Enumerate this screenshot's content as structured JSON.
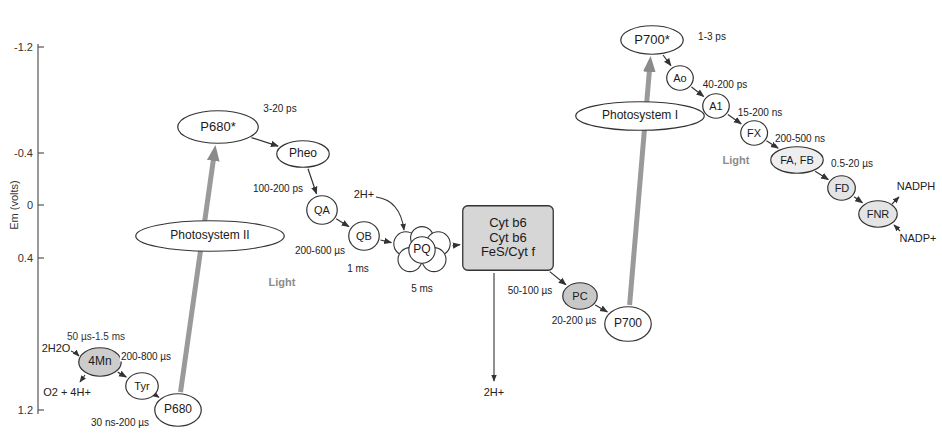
{
  "diagram": {
    "nodes": [
      {
        "text": [
          "4Mn"
        ]
      },
      {
        "text": [
          "Tyr"
        ]
      },
      {
        "text": [
          "P680"
        ]
      },
      {
        "text": [
          "Photosystem II"
        ]
      },
      {
        "text": [
          "P680*"
        ]
      },
      {
        "text": [
          "Pheo"
        ]
      },
      {
        "text": [
          "QA"
        ]
      },
      {
        "text": [
          "QB"
        ]
      },
      {
        "text": [
          "PQ"
        ]
      },
      {
        "text": [
          "Cyt b6 Cyt b6 FeS/Cyt f"
        ]
      },
      {
        "text": [
          "PC"
        ]
      },
      {
        "text": [
          "P700"
        ]
      },
      {
        "text": [
          "Photosystem I"
        ]
      },
      {
        "text": [
          "P700*"
        ]
      },
      {
        "text": [
          "Ao"
        ]
      },
      {
        "text": [
          "A1"
        ]
      },
      {
        "text": [
          "FX"
        ]
      },
      {
        "text": [
          "FA, FB"
        ]
      },
      {
        "text": [
          "FD"
        ]
      },
      {
        "text": [
          "FNR"
        ]
      }
    ],
    "edges": [
      {
        "from": 0,
        "to": 1,
        "arrow": "to",
        "label": "200-800 µs"
      },
      {
        "from": 1,
        "to": 2,
        "arrow": "to",
        "label": "30 ns-200 µs"
      },
      {
        "from": 2,
        "to": 4,
        "arrow": "to"
      },
      {
        "from": 4,
        "to": 5,
        "arrow": "to",
        "label": "3-20 ps"
      },
      {
        "from": 5,
        "to": 6,
        "arrow": "to",
        "label": "100-200 ps"
      },
      {
        "from": 6,
        "to": 7,
        "arrow": "to",
        "label": "200-600 µs"
      },
      {
        "from": 7,
        "to": 8,
        "arrow": "to",
        "label": "1 ms"
      },
      {
        "from": 8,
        "to": 9,
        "arrow": "to",
        "label": "5 ms"
      },
      {
        "from": 9,
        "to": 10,
        "arrow": "to",
        "label": "50-100 µs"
      },
      {
        "from": 10,
        "to": 11,
        "arrow": "to",
        "label": "20-200 µs"
      },
      {
        "from": 11,
        "to": 13,
        "arrow": "to"
      },
      {
        "from": 13,
        "to": 14,
        "arrow": "to",
        "label": "1-3 ps"
      },
      {
        "from": 14,
        "to": 15,
        "arrow": "to",
        "label": "40-200 ps"
      },
      {
        "from": 15,
        "to": 16,
        "arrow": "to",
        "label": "15-200 ns"
      },
      {
        "from": 16,
        "to": 17,
        "arrow": "to",
        "label": "200-500 ns"
      },
      {
        "from": 17,
        "to": 18,
        "arrow": "to",
        "label": "0.5-20 µs"
      },
      {
        "from": 18,
        "to": 19,
        "arrow": "to"
      }
    ],
    "labels": [
      "-1.2",
      "-0.4",
      "0",
      "0.4",
      "1.2",
      "Em (volts)",
      "50 µs-1.5 ms",
      "2H2O",
      "O2 + 4H+",
      "2H+",
      "2H+",
      "NADPH",
      "NADP+",
      "Light",
      "Light"
    ]
  }
}
